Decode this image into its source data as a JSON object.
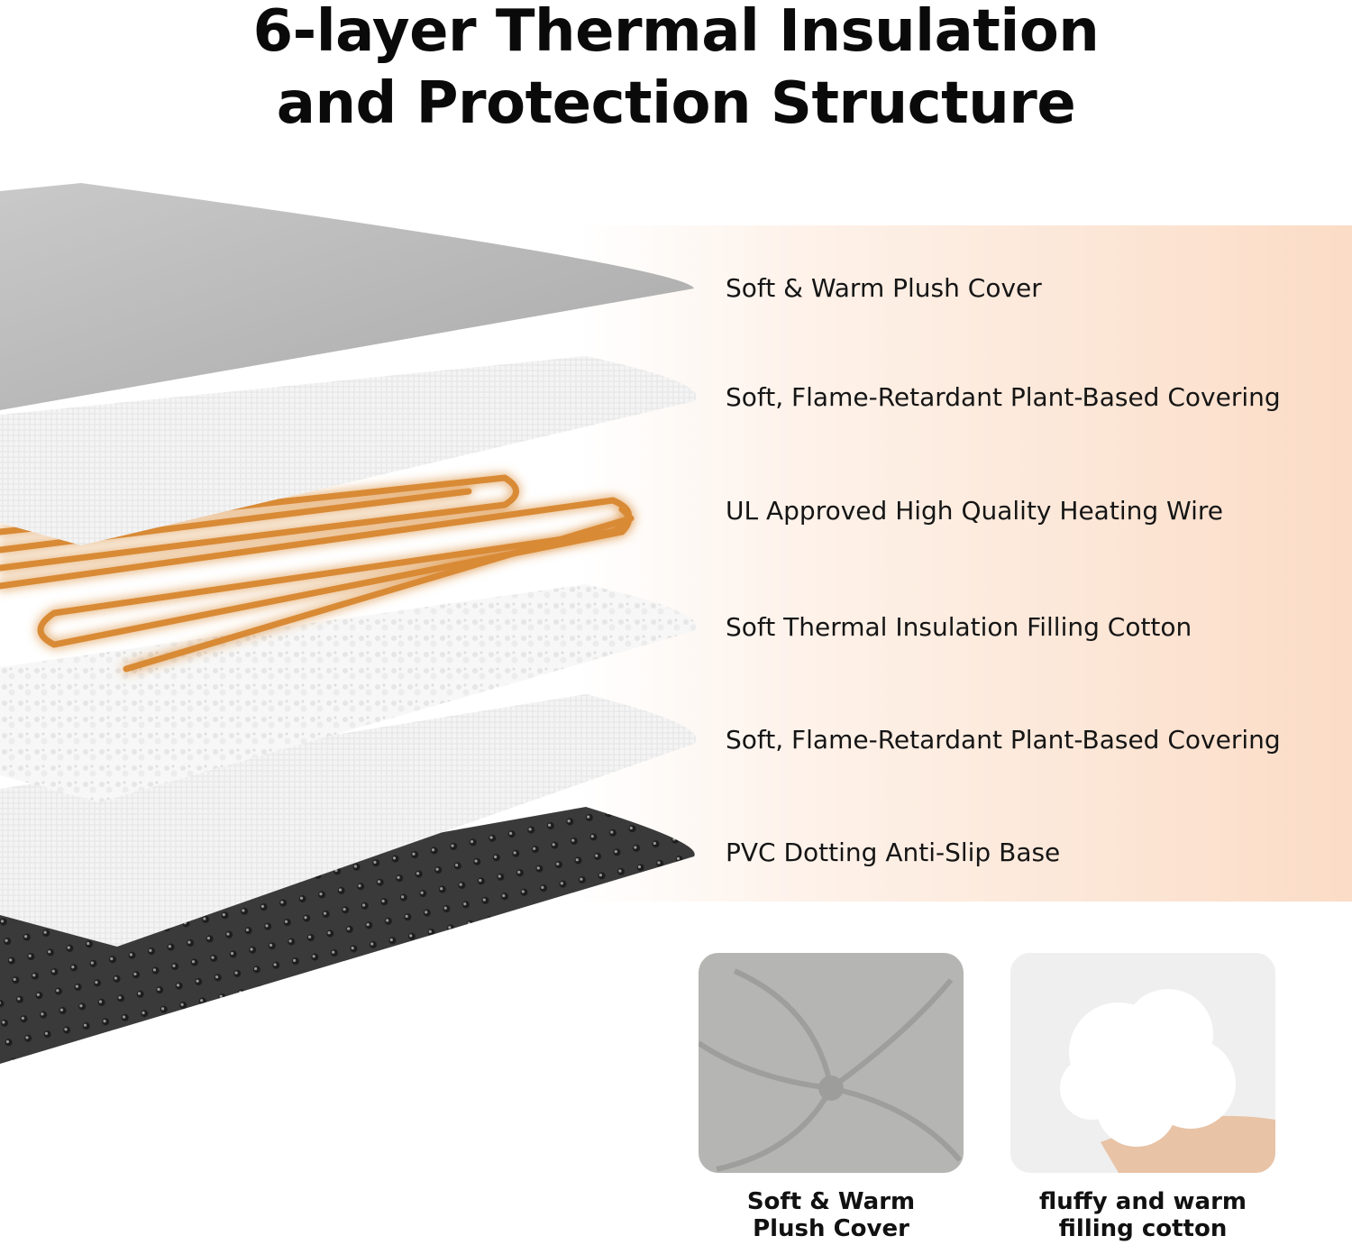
{
  "title": {
    "line1": "6-layer Thermal Insulation",
    "line2": "and Protection Structure"
  },
  "layers": [
    {
      "label": "Soft & Warm Plush Cover",
      "icon": "plush-cover-layer"
    },
    {
      "label": "Soft, Flame-Retardant Plant-Based Covering",
      "icon": "plant-covering-layer"
    },
    {
      "label": "UL Approved High Quality Heating Wire",
      "icon": "heating-wire-layer"
    },
    {
      "label": "Soft Thermal Insulation Filling Cotton",
      "icon": "filling-cotton-layer"
    },
    {
      "label": "Soft, Flame-Retardant Plant-Based Covering",
      "icon": "plant-covering-layer"
    },
    {
      "label": "PVC Dotting Anti-Slip Base",
      "icon": "anti-slip-base-layer"
    }
  ],
  "thumbnails": [
    {
      "caption_line1": "Soft & Warm",
      "caption_line2": "Plush Cover",
      "icon": "plush-fabric-photo"
    },
    {
      "caption_line1": "fluffy and warm",
      "caption_line2": "filling cotton",
      "icon": "cotton-ball-photo"
    }
  ],
  "colors": {
    "band_start": "#ffffff",
    "band_end": "#fbdcc6",
    "plush": "#b9b9b9",
    "covering": "#f3f3f3",
    "wire": "#e3923a",
    "base": "#3b3b3b"
  }
}
